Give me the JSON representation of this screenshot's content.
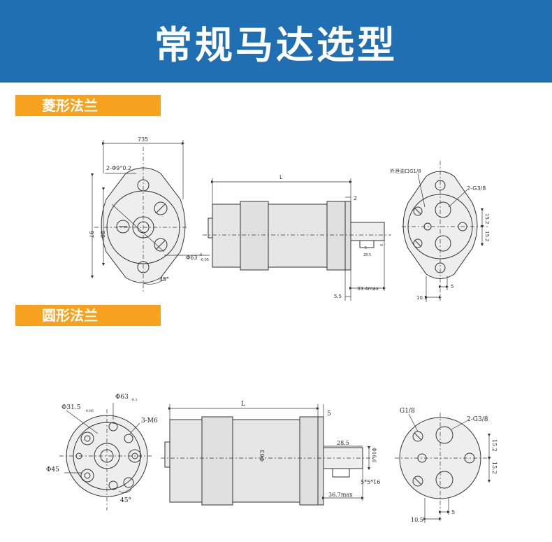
{
  "header": {
    "title": "常规马达选型",
    "bg_color": "#1f6fb2"
  },
  "sections": [
    {
      "label": "菱形法兰",
      "color": "#f6a21e"
    },
    {
      "label": "圆形法兰",
      "color": "#f6a21e"
    }
  ],
  "diamond_drawing": {
    "front": {
      "width_dim": "735",
      "hole_note": "2-Φ9°0.2",
      "height_97": "97",
      "height_80": "80",
      "pilot": "Φ63",
      "pilot_tol_upper": "0",
      "pilot_tol_lower": "-0.05",
      "angle": "45°"
    },
    "side": {
      "length": "L",
      "flange_thk": "2",
      "shaft_len": "33.4max",
      "offset": "5.5",
      "shaft_w": "28.5",
      "key": "5",
      "key_w": "6"
    },
    "rear": {
      "drain_note": "外泄油口G1/8",
      "port_note": "2-G3/8",
      "dim_a": "15.2",
      "dim_b": "15.2",
      "dim_c": "10.5",
      "dim_d": "5"
    }
  },
  "round_drawing": {
    "front": {
      "center_dia": "Φ31.5",
      "center_tol": "-0.06",
      "pilot": "Φ63",
      "pilot_tol": "-0.1",
      "bolt_note": "3-M6",
      "bolt_circle": "Φ45",
      "angle": "45°"
    },
    "side": {
      "length": "L",
      "flange_thk": "5",
      "body_dia": "Φ63",
      "shaft_len": "36.7max",
      "shaft_w": "28.5",
      "key": "5*5*16",
      "shaft_dia": "Φ16.6"
    },
    "rear": {
      "drain_note": "G1/8",
      "port_note": "2-G3/8",
      "dim_a": "15.2",
      "dim_b": "15.2",
      "dim_c": "10.5",
      "dim_d": "5"
    }
  }
}
